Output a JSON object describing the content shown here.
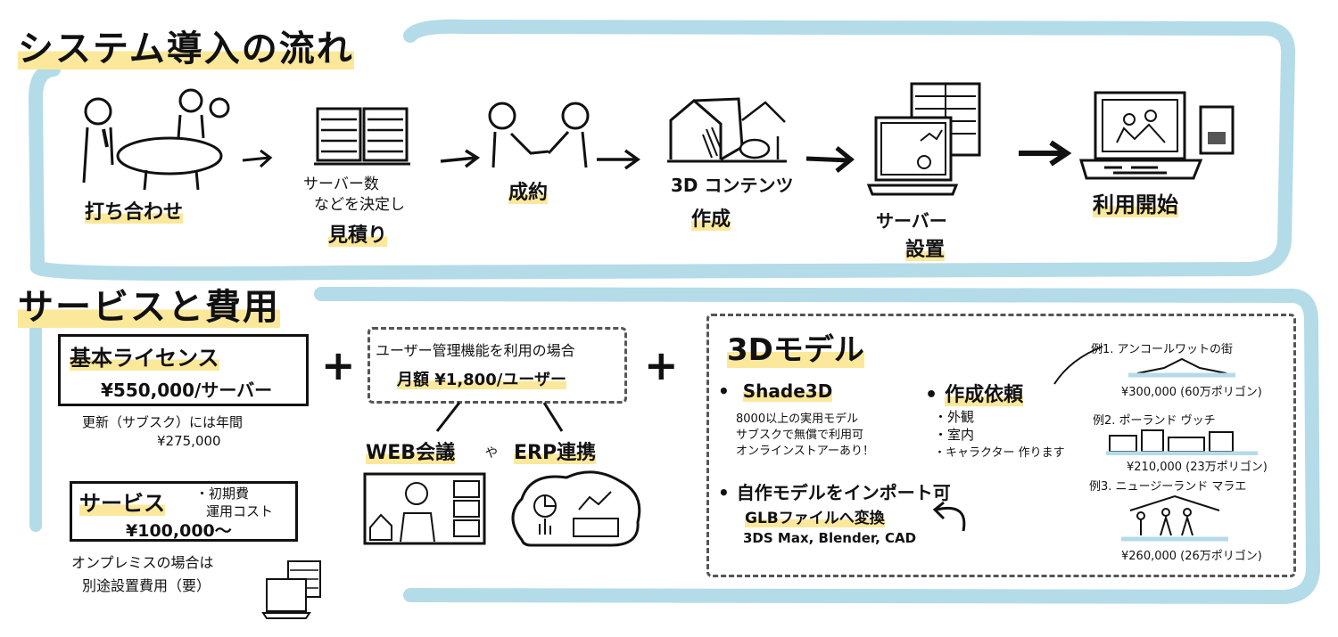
{
  "flow": {
    "title": "システム導入の流れ",
    "steps": [
      {
        "label": "打ち合わせ",
        "icon": "meeting-icon"
      },
      {
        "label_top": "サーバー数",
        "label_mid": "などを決定し",
        "label": "見積り",
        "icon": "server-rack-icon"
      },
      {
        "label": "成約",
        "icon": "handshake-icon"
      },
      {
        "label_top": "3D コンテンツ",
        "label": "作成",
        "icon": "3d-house-icon"
      },
      {
        "label_top": "サーバー",
        "label": "設置",
        "icon": "server-laptop-icon"
      },
      {
        "label": "利用開始",
        "icon": "laptop-video-icon"
      }
    ]
  },
  "services": {
    "title": "サービスと費用",
    "license": {
      "title": "基本ライセンス",
      "price": "¥550,000/サーバー",
      "renewal": "更新（サブスク）には年間",
      "renewal_price": "¥275,000"
    },
    "service": {
      "title": "サービス",
      "note1": "・初期費",
      "note2": "運用コスト",
      "price": "¥100,000〜",
      "onprem1": "オンプレミスの場合は",
      "onprem2": "別途設置費用（要）"
    },
    "user_mgmt": {
      "line1": "ユーザー管理機能を利用の場合",
      "line2": "月額 ¥1,800/ユーザー",
      "web": "WEB会議",
      "ya": "や",
      "erp": "ERP連携"
    },
    "plus": "+",
    "model3d": {
      "title": "3Dモデル",
      "shade_a": "Shade",
      "shade_b": "3D",
      "shade_notes": [
        "8000以上の実用モデル",
        "サブスクで無償で利用可",
        "オンラインストアーあり！"
      ],
      "commission": "作成依頼",
      "commission_items": [
        "外観",
        "室内",
        "キャラクター 作ります"
      ],
      "import": "自作モデルをインポート可",
      "glb": "GLBファイルへ変換",
      "formats": "3DS Max, Blender, CAD",
      "examples": [
        {
          "name": "例1. アンコールワットの街",
          "price": "¥300,000 (60万ポリゴン)"
        },
        {
          "name": "例2. ポーランド ヴッチ",
          "price": "¥210,000 (23万ポリゴン)"
        },
        {
          "name": "例3. ニュージーランド マラエ",
          "price": "¥260,000 (26万ポリゴン)"
        }
      ]
    }
  },
  "colors": {
    "frame": "#b4dbe8",
    "highlight": "#fbe89a",
    "ink": "#111111"
  }
}
